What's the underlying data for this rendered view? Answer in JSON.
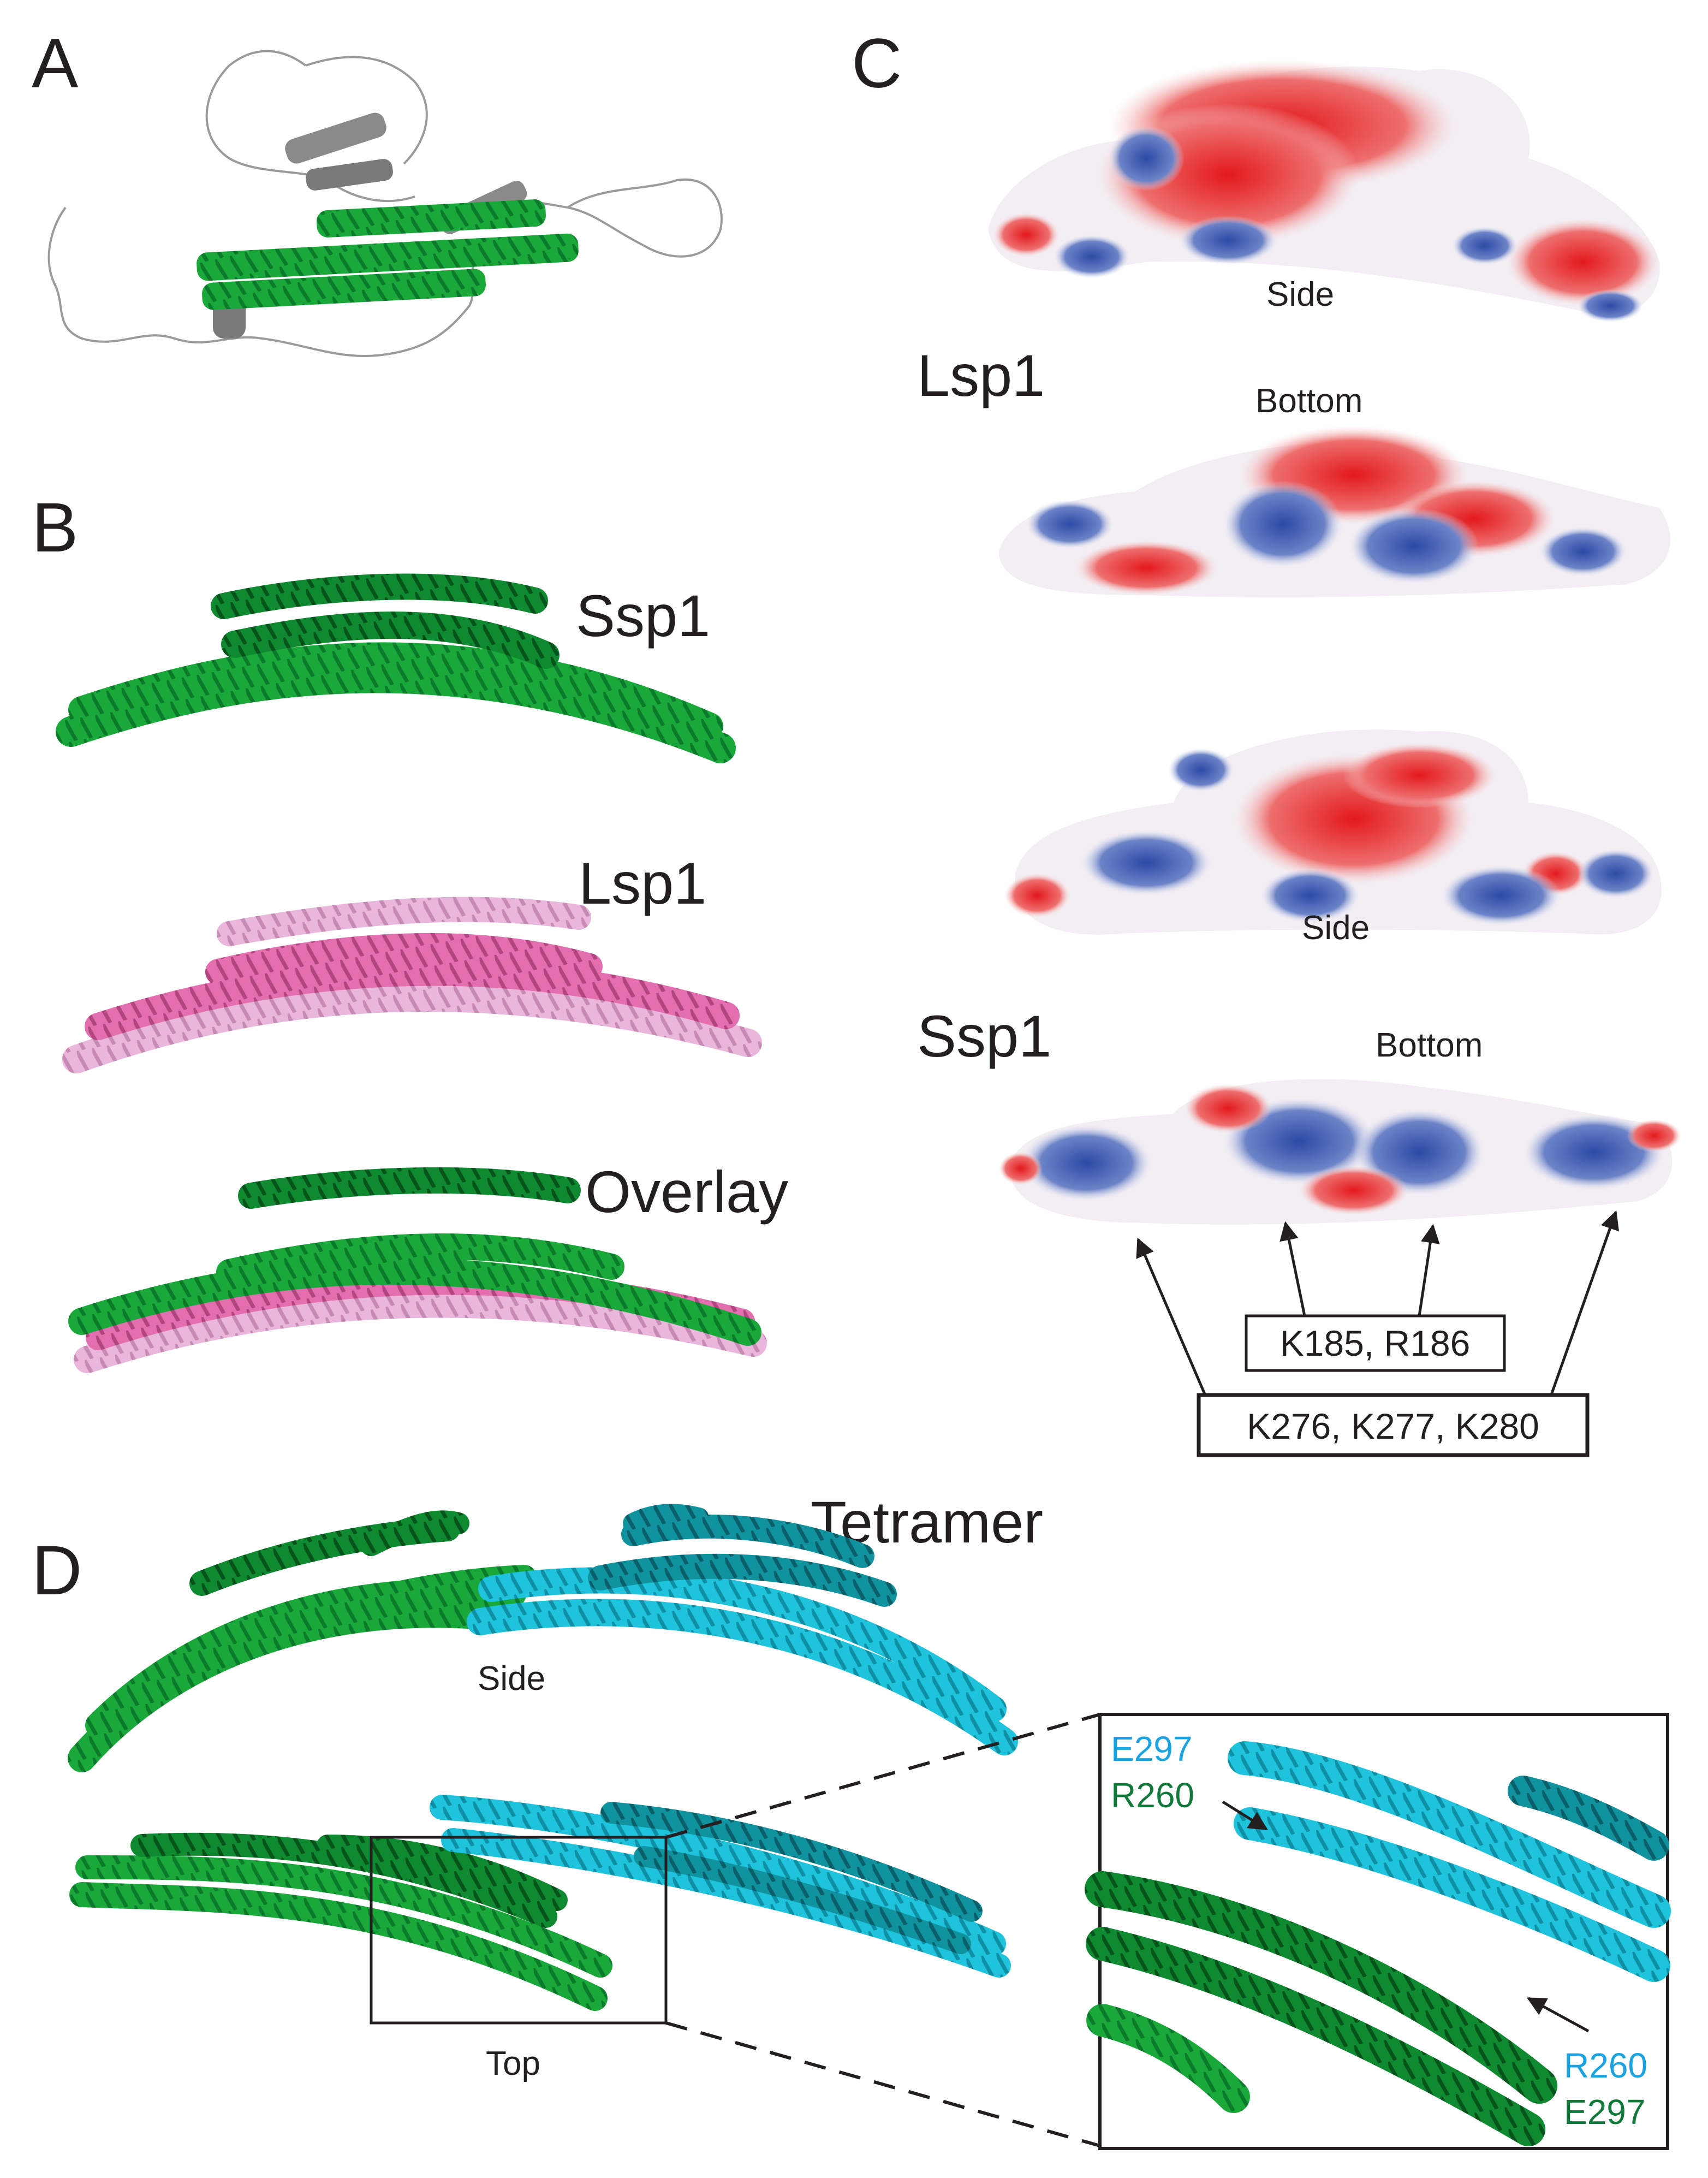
{
  "panels": {
    "A": {
      "letter": "A"
    },
    "B": {
      "letter": "B",
      "labels": [
        "Ssp1",
        "Lsp1",
        "Overlay"
      ]
    },
    "C": {
      "letter": "C",
      "lsp1": "Lsp1",
      "ssp1": "Ssp1",
      "side": "Side",
      "bottom": "Bottom",
      "residues_1": "K185, R186",
      "residues_2": "K276, K277, K280"
    },
    "D": {
      "letter": "D",
      "title": "Tetramer",
      "side": "Side",
      "top": "Top",
      "inset": {
        "e297_cyan": "E297",
        "r260_green": "R260",
        "r260_cyan": "R260",
        "e297_green": "E297"
      }
    }
  },
  "colors": {
    "green": "#1aa83a",
    "dark_green": "#0b7a2a",
    "pink": "#e36fb0",
    "light_pink": "#e9b6dc",
    "cyan": "#1fc3dc",
    "dark_cyan": "#11939f",
    "gray": "#8a8a8a",
    "negative": "#e3191c",
    "positive": "#2b4aa6",
    "neutral": "#f2eef2",
    "label_cyan": "#1aa3e0",
    "label_green": "#117a3a"
  }
}
